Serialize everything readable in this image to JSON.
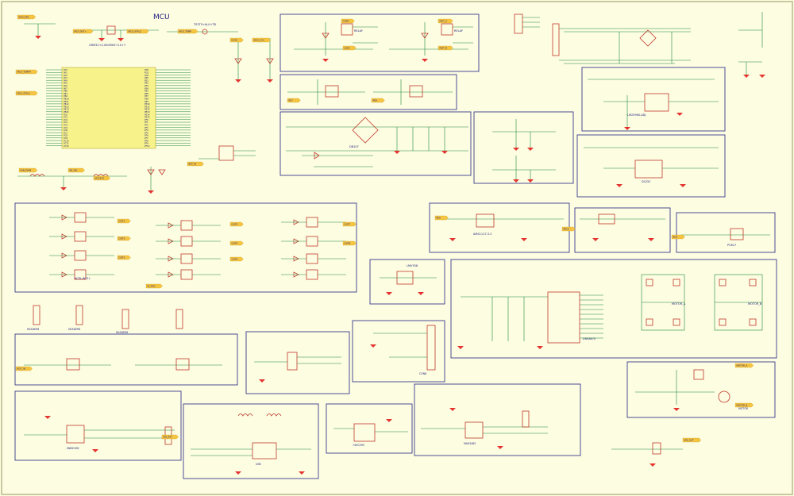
{
  "colors": {
    "background": "#fdfde2",
    "sheet_border": "#b9b98a",
    "frame": "#3a3a8c",
    "wire": "#1f8a3a",
    "component": "#c0392b",
    "text": "#1a1a7a",
    "net_label_fill": "#f5c542",
    "ground": "#e3342f",
    "mcu_body": "#f7f28a"
  },
  "title": {
    "mcu": "MCU"
  },
  "mcu": {
    "left_pins": [
      "PA0",
      "PA1",
      "PA2",
      "PA3",
      "PA4",
      "PA5",
      "PA6",
      "PA7",
      "PB0",
      "PB1",
      "PB2",
      "PB10",
      "PB11",
      "PB12",
      "PB13",
      "PB14",
      "PB15",
      "PC0",
      "PC1",
      "PC2",
      "PC3",
      "PC4",
      "PC5",
      "PC6",
      "PC7",
      "PC8",
      "PC9",
      "PC10",
      "PC11",
      "PC12"
    ],
    "right_pins": [
      "PD0",
      "PD1",
      "PD2",
      "PE0",
      "PE1",
      "PE2",
      "PE3",
      "PE4",
      "PE5",
      "PE6",
      "PE7",
      "PE8",
      "PE9",
      "PE10",
      "PE11",
      "PE12",
      "PE13",
      "PE14",
      "PE15",
      "PF0",
      "PF1",
      "PF2",
      "PF3",
      "PF4",
      "PF5",
      "PF6",
      "PF7",
      "PF8",
      "PF9",
      "PF10"
    ]
  },
  "net_labels": [
    {
      "text": "MCU_PE2"
    },
    {
      "text": "MCU_RSTn"
    },
    {
      "text": "MCU_TEMP4"
    },
    {
      "text": "MCU_XTAL1"
    },
    {
      "text": "MCU_XTAL2"
    },
    {
      "text": "MCU_TEMP"
    },
    {
      "text": "DC5V"
    },
    {
      "text": "MCU_3V3"
    },
    {
      "text": "FAN_PWM"
    },
    {
      "text": "EN_SEL"
    },
    {
      "text": "VDC3V3"
    },
    {
      "text": "BAT_IN"
    },
    {
      "text": "CURR"
    },
    {
      "text": "LED1"
    },
    {
      "text": "MOT_A"
    },
    {
      "text": "MOT_B"
    },
    {
      "text": "PE7"
    },
    {
      "text": "PE8"
    },
    {
      "text": "PE9"
    },
    {
      "text": "PE10"
    },
    {
      "text": "BUZ"
    },
    {
      "text": "IR_RXD"
    },
    {
      "text": "OUT1"
    },
    {
      "text": "OUT2"
    },
    {
      "text": "OUT3"
    },
    {
      "text": "OUT4"
    },
    {
      "text": "OUT5"
    },
    {
      "text": "OUT6"
    },
    {
      "text": "OUT7"
    },
    {
      "text": "OUT8"
    },
    {
      "text": "MOTOR_A"
    },
    {
      "text": "MOTOR_B"
    },
    {
      "text": "ADC_IN"
    },
    {
      "text": "VIN_OUT"
    },
    {
      "text": "SW_RST"
    }
  ],
  "labels": {
    "crystal": "GRM32+4.000MHZ+10+7",
    "reset_part": "TS3T5+AL0+TB",
    "relay1": "RELAY",
    "relay2": "RELAY",
    "bridge": "DB107",
    "regulator1": "LM2596S-ADJ",
    "regulator2": "AMS1117-3.3",
    "motor_driver": "DRV8870",
    "h_bridge_a": "MOTOR_A",
    "h_bridge_b": "MOTOR_B",
    "opto": "PC817",
    "optocoupler_array": "ACPL-W21L",
    "transceiver1": "SN65HVD",
    "transceiver2": "MAX3485",
    "connector": "CON8",
    "motor": "MOTOR",
    "header_left1": "HEADER6",
    "header_left2": "HEADER6",
    "header_left3": "HEADER6",
    "dc_dc": "DC/DC",
    "ic_bottom": "74HC595",
    "lmv": "LMV358",
    "usb": "USB"
  }
}
